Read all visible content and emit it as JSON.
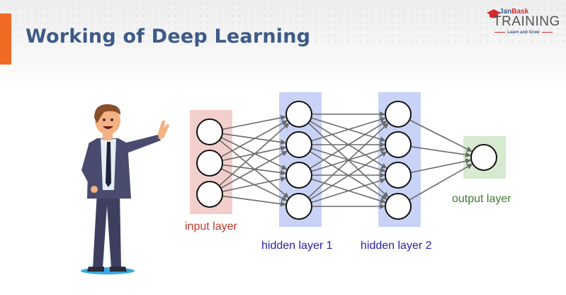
{
  "header": {
    "title": "Working of Deep Learning",
    "accent_color": "#f06a24",
    "title_color": "#3d5a87"
  },
  "logo": {
    "brand_part1": "Jan",
    "brand_part2": "Bask",
    "brand_main": "TRAINING",
    "tagline": "Learn and Grow"
  },
  "illustration": {
    "subject": "businessman waving",
    "icon": "person-waving-icon"
  },
  "network": {
    "layers": [
      {
        "id": "input",
        "label": "input layer",
        "nodes": 3,
        "box_color": "#f2cfcb",
        "label_color": "#c0392b"
      },
      {
        "id": "hidden1",
        "label": "hidden layer 1",
        "nodes": 4,
        "box_color": "#c9d3f7",
        "label_color": "#2a22a8"
      },
      {
        "id": "hidden2",
        "label": "hidden layer 2",
        "nodes": 4,
        "box_color": "#c9d3f7",
        "label_color": "#2a22a8"
      },
      {
        "id": "output",
        "label": "output layer",
        "nodes": 1,
        "box_color": "#d6ead0",
        "label_color": "#3f7a2e"
      }
    ],
    "connections": "fully-connected",
    "edge_color": "#6b6b6b"
  }
}
